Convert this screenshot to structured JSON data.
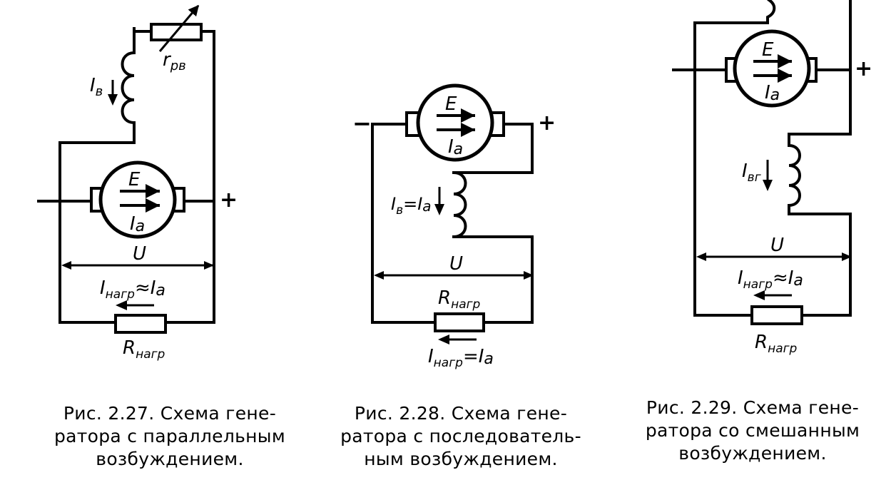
{
  "figures": [
    {
      "id": "fig-2-27",
      "caption_lines": [
        "Рис. 2.27. Схема гене-",
        "ратора с параллельным",
        "возбуждением."
      ],
      "labels": {
        "emf": "E",
        "armature_current": "I",
        "armature_sub": "a",
        "field_current": "I",
        "field_sub": "в",
        "rheostat": "r",
        "rheostat_sub": "рв",
        "voltage": "U",
        "load_current": "I",
        "load_current_sub": "нагр",
        "approx": "≈",
        "load_resistor": "R",
        "load_resistor_sub": "нагр",
        "minus": "−",
        "plus": "+"
      }
    },
    {
      "id": "fig-2-28",
      "caption_lines": [
        "Рис. 2.28. Схема гене-",
        "ратора с последователь-",
        "ным возбуждением."
      ],
      "labels": {
        "emf": "E",
        "armature_current": "I",
        "armature_sub": "a",
        "field_current": "I",
        "field_sub": "в",
        "equals": "=",
        "voltage": "U",
        "load_resistor": "R",
        "load_resistor_sub": "нагр",
        "load_current": "I",
        "load_current_sub": "нагр",
        "minus": "−",
        "plus": "+"
      }
    },
    {
      "id": "fig-2-29",
      "caption_lines": [
        "Рис. 2.29. Схема гене-",
        "ратора со смешанным",
        "возбуждением."
      ],
      "labels": {
        "emf": "E",
        "armature_current": "I",
        "armature_sub": "a",
        "series_field_current": "I",
        "series_field_sub": "вг",
        "voltage": "U",
        "load_current": "I",
        "load_current_sub": "нагр",
        "approx": "≈",
        "load_resistor": "R",
        "load_resistor_sub": "нагр",
        "minus": "−",
        "plus": "+"
      }
    }
  ]
}
